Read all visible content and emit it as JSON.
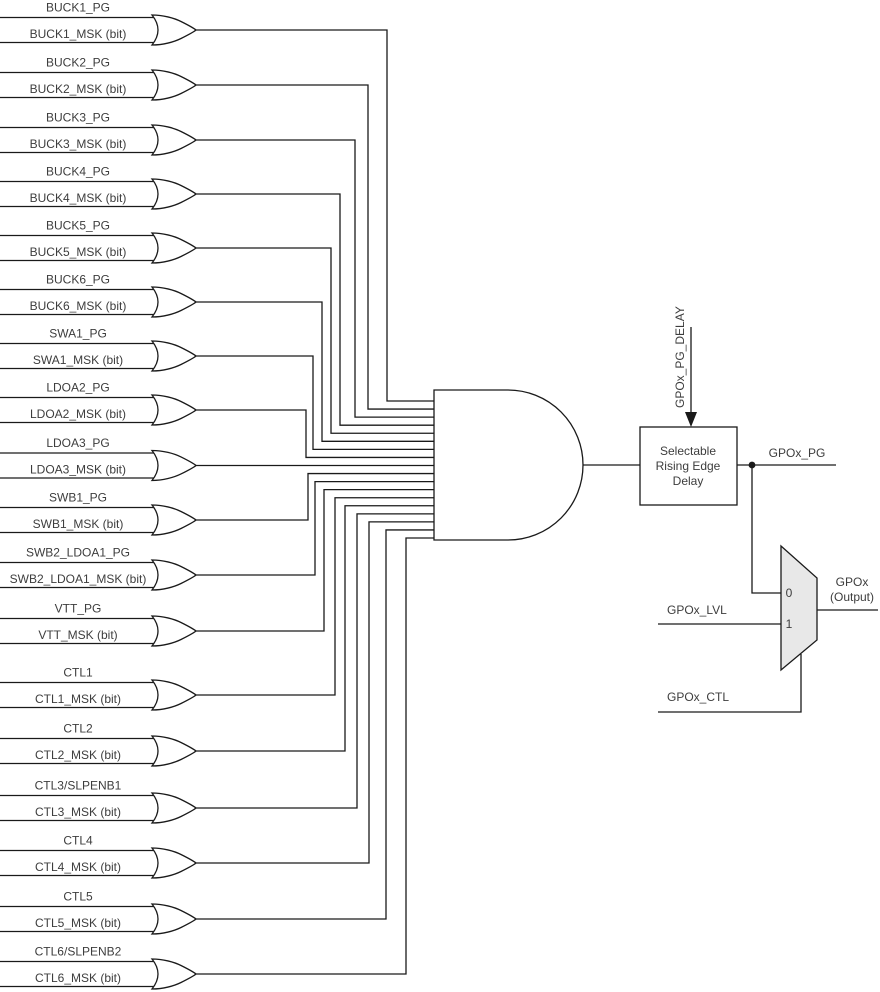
{
  "diagram": {
    "gates": [
      {
        "signal": "BUCK1_PG",
        "mask": "BUCK1_MSK (bit)"
      },
      {
        "signal": "BUCK2_PG",
        "mask": "BUCK2_MSK (bit)"
      },
      {
        "signal": "BUCK3_PG",
        "mask": "BUCK3_MSK (bit)"
      },
      {
        "signal": "BUCK4_PG",
        "mask": "BUCK4_MSK (bit)"
      },
      {
        "signal": "BUCK5_PG",
        "mask": "BUCK5_MSK (bit)"
      },
      {
        "signal": "BUCK6_PG",
        "mask": "BUCK6_MSK (bit)"
      },
      {
        "signal": "SWA1_PG",
        "mask": "SWA1_MSK (bit)"
      },
      {
        "signal": "LDOA2_PG",
        "mask": "LDOA2_MSK (bit)"
      },
      {
        "signal": "LDOA3_PG",
        "mask": "LDOA3_MSK (bit)"
      },
      {
        "signal": "SWB1_PG",
        "mask": "SWB1_MSK (bit)"
      },
      {
        "signal": "SWB2_LDOA1_PG",
        "mask": "SWB2_LDOA1_MSK (bit)"
      },
      {
        "signal": "VTT_PG",
        "mask": "VTT_MSK (bit)"
      },
      {
        "signal": "CTL1",
        "mask": "CTL1_MSK (bit)"
      },
      {
        "signal": "CTL2",
        "mask": "CTL2_MSK (bit)"
      },
      {
        "signal": "CTL3/SLPENB1",
        "mask": "CTL3_MSK (bit)"
      },
      {
        "signal": "CTL4",
        "mask": "CTL4_MSK (bit)"
      },
      {
        "signal": "CTL5",
        "mask": "CTL5_MSK (bit)"
      },
      {
        "signal": "CTL6/SLPENB2",
        "mask": "CTL6_MSK (bit)"
      }
    ],
    "delay_block": {
      "line1": "Selectable",
      "line2": "Rising Edge",
      "line3": "Delay"
    },
    "delay_arrow_label": "GPOx_PG_DELAY",
    "mux": {
      "input0_label": "0",
      "input1_label": "1"
    },
    "signals": {
      "gpox_pg": "GPOx_PG",
      "gpox_lvl": "GPOx_LVL",
      "gpox_ctl": "GPOx_CTL",
      "output_line1": "GPOx",
      "output_line2": "(Output)"
    },
    "colors": {
      "line": "#1a1a1a",
      "text": "#3d3d3d",
      "mux_fill": "#e8e8e8",
      "background": "#ffffff"
    }
  }
}
